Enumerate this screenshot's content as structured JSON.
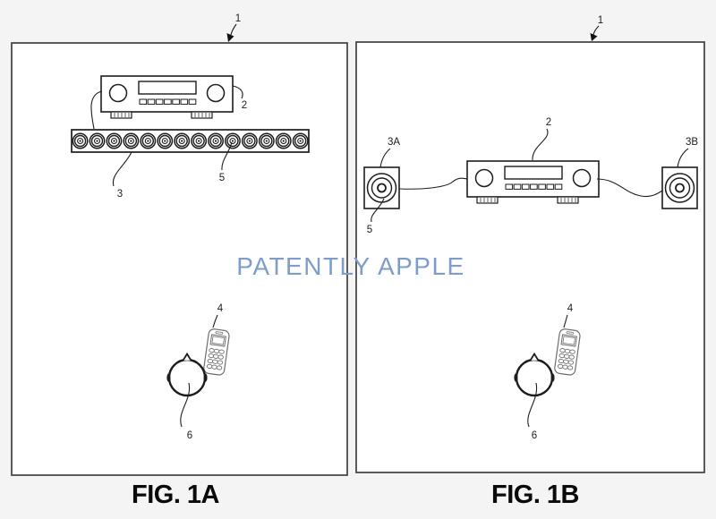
{
  "page": {
    "background": "#f4f4f5",
    "panel_background": "#ffffff",
    "line_color": "#1d1d1d",
    "watermark_color": "#7e9dc8"
  },
  "watermark": {
    "text": "PATENTLY APPLE"
  },
  "fig_a": {
    "caption": "FIG. 1A",
    "labels": {
      "system": "1",
      "receiver": "2",
      "speaker_array": "3",
      "phone": "4",
      "speaker_unit": "5",
      "listener": "6"
    }
  },
  "fig_b": {
    "caption": "FIG. 1B",
    "labels": {
      "system": "1",
      "receiver": "2",
      "left_speaker": "3A",
      "right_speaker": "3B",
      "phone": "4",
      "speaker_unit": "5",
      "listener": "6"
    }
  }
}
